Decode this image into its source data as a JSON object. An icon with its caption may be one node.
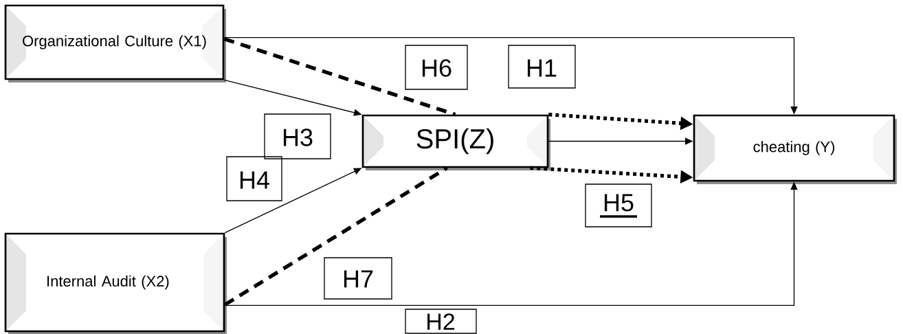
{
  "diagram": {
    "nodes": [
      {
        "text": [
          "Organizational Culture (X1)"
        ]
      },
      {
        "text": [
          "H1"
        ]
      },
      {
        "text": [
          "H6"
        ]
      },
      {
        "text": [
          "H3"
        ]
      },
      {
        "text": [
          "SPI(Z)"
        ]
      },
      {
        "text": [
          "cheating (Y)"
        ]
      },
      {
        "text": [
          "H5"
        ]
      },
      {
        "text": [
          "H4"
        ]
      },
      {
        "text": [
          "Internal Audit (X2)"
        ]
      },
      {
        "text": [
          "H7"
        ]
      },
      {
        "text": [
          "H2"
        ]
      }
    ],
    "edges": [
      {
        "from": 0,
        "to": 5,
        "arrow": "to"
      },
      {
        "from": 0,
        "to": 4,
        "arrow": "to"
      },
      {
        "from": 8,
        "to": 4,
        "arrow": "to"
      },
      {
        "from": 4,
        "to": 5,
        "arrow": "to"
      },
      {
        "from": 0,
        "to": 4,
        "arrow": "none",
        "style": "dashed"
      },
      {
        "from": 4,
        "to": 5,
        "arrow": "to",
        "style": "dashed"
      },
      {
        "from": 8,
        "to": 4,
        "arrow": "none",
        "style": "dashed"
      },
      {
        "from": 4,
        "to": 5,
        "arrow": "to",
        "style": "dashed"
      },
      {
        "from": 8,
        "to": 5,
        "arrow": "to"
      }
    ]
  }
}
